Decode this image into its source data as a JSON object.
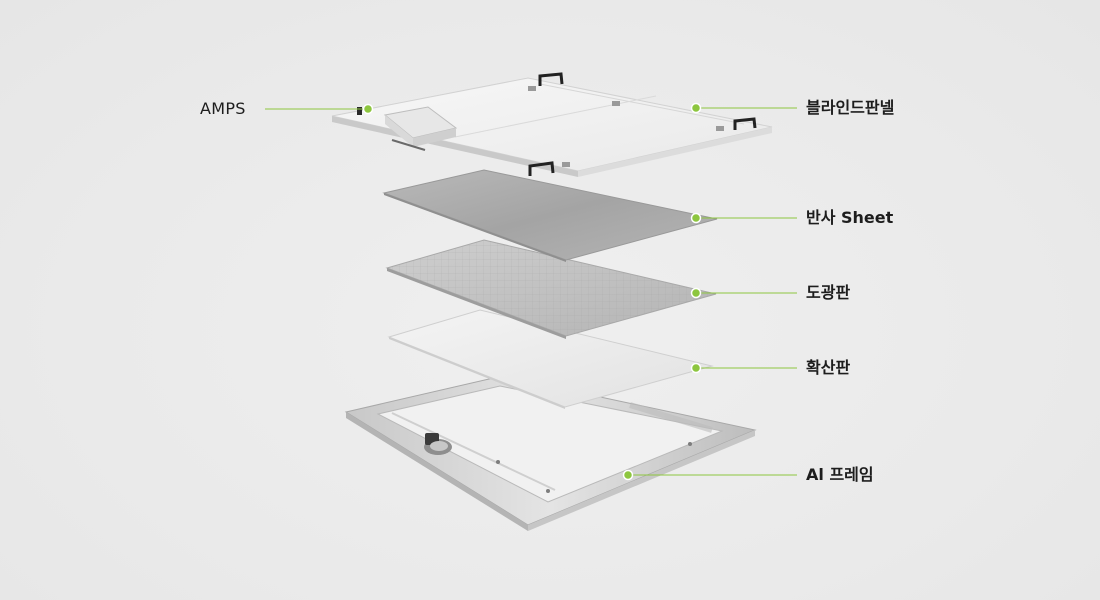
{
  "labels": {
    "amps": "AMPS",
    "blind_panel": "블라인드판넬",
    "reflective_sheet": "반사 Sheet",
    "light_guide_plate": "도광판",
    "diffuser_plate": "확산판",
    "al_frame": "Al 프레임"
  },
  "colors": {
    "accent": "#8dc63f",
    "leader_line": "#8dc63f",
    "label_text": "#1d1d1d",
    "background": "#ebebeb"
  }
}
